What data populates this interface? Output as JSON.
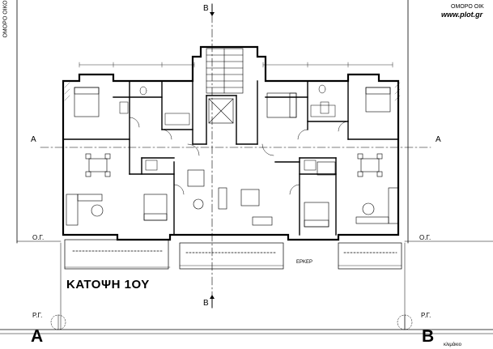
{
  "drawing": {
    "title": "ΚΑΤΟΨΗ 1ΟΥ",
    "neighbor_top_right": "ΟΜΟΡΟ ΟΙΚ",
    "neighbor_left": "ΟΜΟΡΟ ΟΙΚΟ",
    "watermark": "www.plot.gr",
    "section_a": "A",
    "section_b": "B",
    "level_og_left": "Ο.Γ.",
    "level_og_right": "Ο.Γ.",
    "level_rg_left": "Ρ.Γ.",
    "level_rg_right": "Ρ.Γ.",
    "grid_a": "A",
    "grid_b": "B",
    "label_erker": "ΕΡΚΕΡ",
    "bottom_right_note": "κλιμάκιο"
  }
}
